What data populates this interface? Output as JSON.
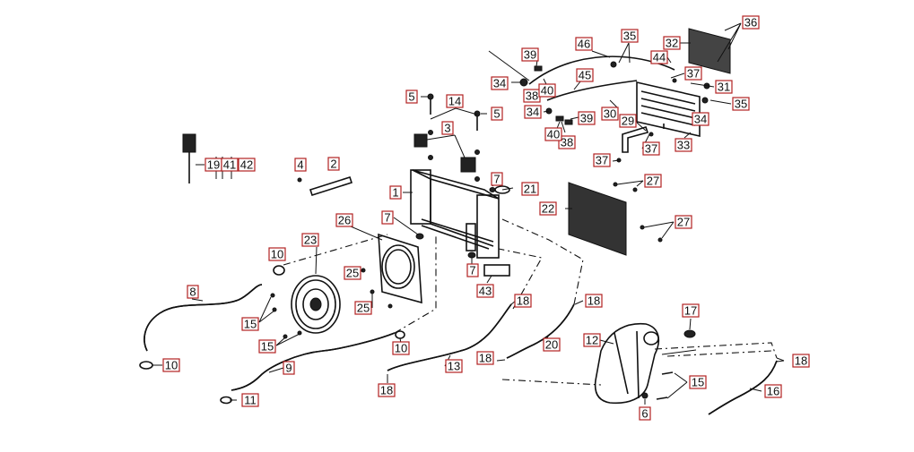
{
  "diagram": {
    "callouts": [
      {
        "id": "c1",
        "label": "1"
      },
      {
        "id": "c2",
        "label": "2"
      },
      {
        "id": "c3",
        "label": "3"
      },
      {
        "id": "c4",
        "label": "4"
      },
      {
        "id": "c5a",
        "label": "5"
      },
      {
        "id": "c5b",
        "label": "5"
      },
      {
        "id": "c6",
        "label": "6"
      },
      {
        "id": "c7a",
        "label": "7"
      },
      {
        "id": "c7b",
        "label": "7"
      },
      {
        "id": "c7c",
        "label": "7"
      },
      {
        "id": "c8",
        "label": "8"
      },
      {
        "id": "c9",
        "label": "9"
      },
      {
        "id": "c10a",
        "label": "10"
      },
      {
        "id": "c10b",
        "label": "10"
      },
      {
        "id": "c10c",
        "label": "10"
      },
      {
        "id": "c11",
        "label": "11"
      },
      {
        "id": "c12",
        "label": "12"
      },
      {
        "id": "c13",
        "label": "13"
      },
      {
        "id": "c14",
        "label": "14"
      },
      {
        "id": "c15a",
        "label": "15"
      },
      {
        "id": "c15b",
        "label": "15"
      },
      {
        "id": "c15c",
        "label": "15"
      },
      {
        "id": "c16",
        "label": "16"
      },
      {
        "id": "c17",
        "label": "17"
      },
      {
        "id": "c18a",
        "label": "18"
      },
      {
        "id": "c18b",
        "label": "18"
      },
      {
        "id": "c18c",
        "label": "18"
      },
      {
        "id": "c18d",
        "label": "18"
      },
      {
        "id": "c18e",
        "label": "18"
      },
      {
        "id": "c19",
        "label": "19"
      },
      {
        "id": "c41",
        "label": "41"
      },
      {
        "id": "c42",
        "label": "42"
      },
      {
        "id": "c20",
        "label": "20"
      },
      {
        "id": "c21",
        "label": "21"
      },
      {
        "id": "c22",
        "label": "22"
      },
      {
        "id": "c23",
        "label": "23"
      },
      {
        "id": "c25a",
        "label": "25"
      },
      {
        "id": "c25b",
        "label": "25"
      },
      {
        "id": "c26",
        "label": "26"
      },
      {
        "id": "c27a",
        "label": "27"
      },
      {
        "id": "c27b",
        "label": "27"
      },
      {
        "id": "c29",
        "label": "29"
      },
      {
        "id": "c30",
        "label": "30"
      },
      {
        "id": "c31",
        "label": "31"
      },
      {
        "id": "c32",
        "label": "32"
      },
      {
        "id": "c33",
        "label": "33"
      },
      {
        "id": "c34a",
        "label": "34"
      },
      {
        "id": "c34b",
        "label": "34"
      },
      {
        "id": "c34c",
        "label": "34"
      },
      {
        "id": "c35a",
        "label": "35"
      },
      {
        "id": "c35b",
        "label": "35"
      },
      {
        "id": "c36",
        "label": "36"
      },
      {
        "id": "c37a",
        "label": "37"
      },
      {
        "id": "c37b",
        "label": "37"
      },
      {
        "id": "c37c",
        "label": "37"
      },
      {
        "id": "c38a",
        "label": "38"
      },
      {
        "id": "c38b",
        "label": "38"
      },
      {
        "id": "c39a",
        "label": "39"
      },
      {
        "id": "c39b",
        "label": "39"
      },
      {
        "id": "c40a",
        "label": "40"
      },
      {
        "id": "c40b",
        "label": "40"
      },
      {
        "id": "c43",
        "label": "43"
      },
      {
        "id": "c44",
        "label": "44"
      },
      {
        "id": "c45",
        "label": "45"
      },
      {
        "id": "c46",
        "label": "46"
      }
    ]
  }
}
